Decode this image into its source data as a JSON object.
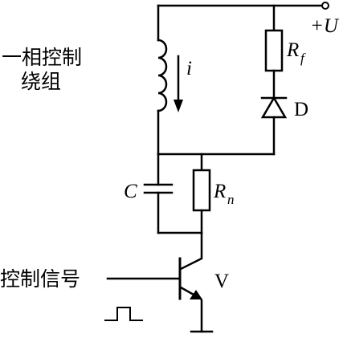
{
  "labels": {
    "winding_line1": "一相控制",
    "winding_line2": "绕组",
    "current": "i",
    "supply": "+U",
    "rf_main": "R",
    "rf_sub": "f",
    "diode": "D",
    "capacitor": "C",
    "rn_main": "R",
    "rn_sub": "n",
    "control_signal": "控制信号",
    "transistor": "V"
  }
}
